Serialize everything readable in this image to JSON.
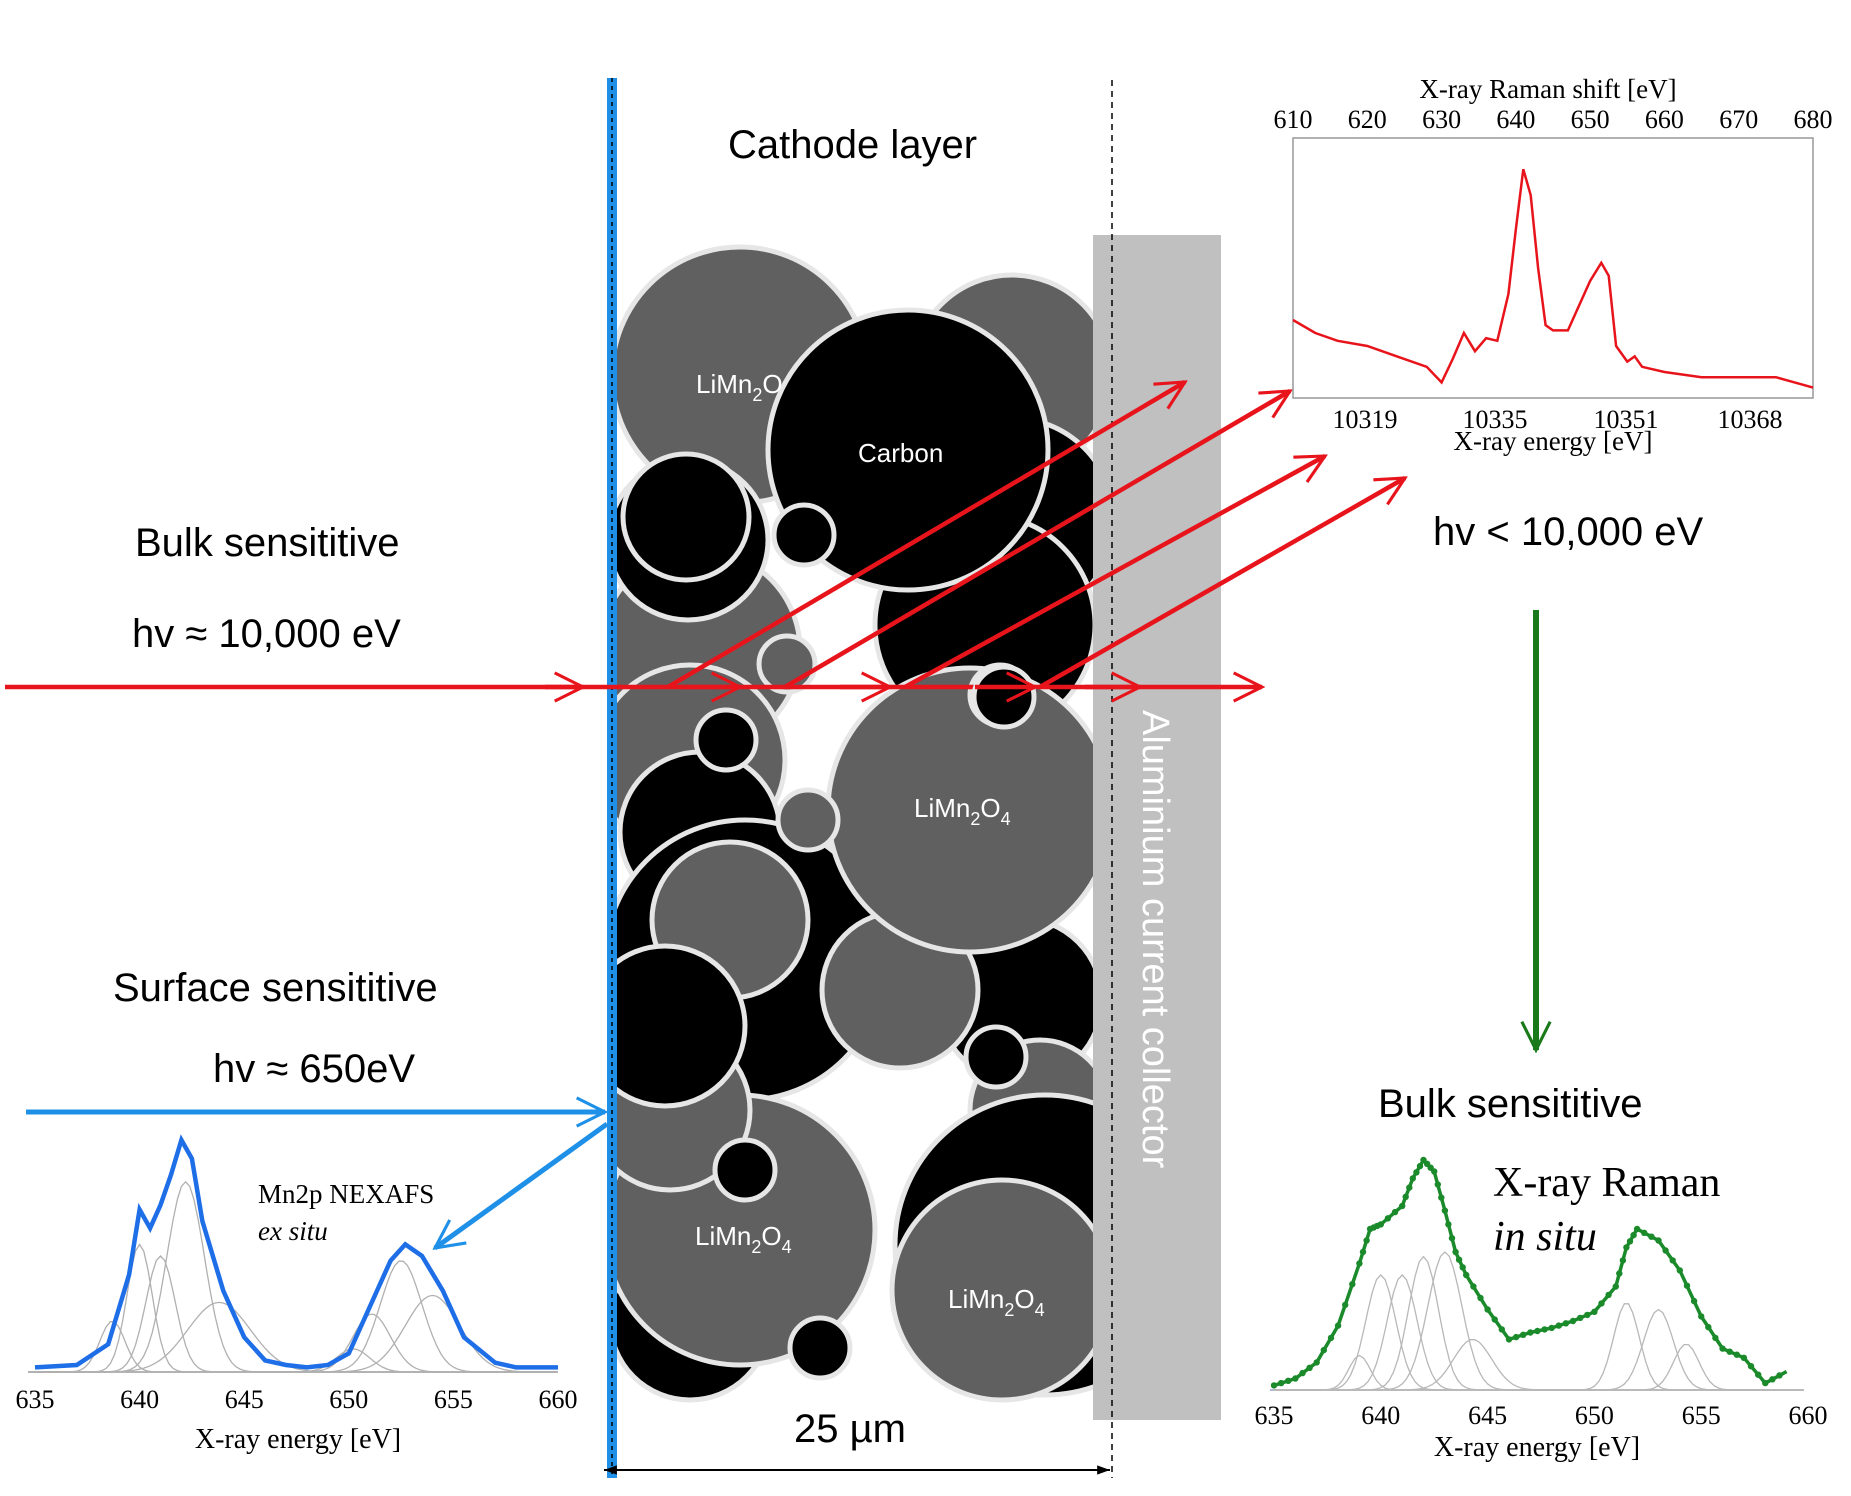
{
  "cathode": {
    "title": "Cathode layer",
    "labels": {
      "lmo_top": "LiMn",
      "lmo_sub": "2",
      "lmo_o": "O",
      "lmo_o_sub": "4",
      "carbon": "Carbon"
    },
    "collector": "Aluminium current collector",
    "thickness": "25 µm"
  },
  "left": {
    "bulk_title": "Bulk sensititive",
    "bulk_energy": "hv ≈ 10,000 eV",
    "surface_title": "Surface sensititive",
    "surface_energy": "hv ≈ 650eV"
  },
  "right": {
    "emitted_energy": "hv < 10,000 eV",
    "bulk_title": "Bulk sensititive"
  },
  "colors": {
    "red_beam": "#e8141c",
    "blue_beam": "#1e90e8",
    "green_arrow": "#1a7a1a",
    "particle_dark": "#000000",
    "particle_gray": "#606060",
    "collector": "#c0c0c0"
  },
  "charts": {
    "raman_top": {
      "top_axis_label": "X-ray Raman shift [eV]",
      "top_ticks": [
        "610",
        "620",
        "630",
        "640",
        "650",
        "660",
        "670",
        "680"
      ],
      "bottom_axis_label": "X-ray energy [eV]",
      "bottom_ticks": [
        "10319",
        "10335",
        "10351",
        "10368"
      ]
    },
    "nexafs": {
      "label_line1": "Mn2p NEXAFS",
      "label_line2": "ex situ",
      "xlabel": "X-ray energy [eV]",
      "ticks": [
        "635",
        "640",
        "645",
        "650",
        "655",
        "660"
      ]
    },
    "raman_insitu": {
      "label_line1": "X-ray Raman",
      "label_line2": "in situ",
      "xlabel": "X-ray energy [eV]",
      "ticks": [
        "635",
        "640",
        "645",
        "650",
        "655",
        "660"
      ]
    }
  },
  "chart_data": [
    {
      "type": "line",
      "title": "",
      "xlabel": "X-ray energy [eV]",
      "x2label": "X-ray Raman shift [eV]",
      "xlim": [
        610,
        680
      ],
      "series": [
        {
          "x": [
            610,
            613,
            616,
            620,
            624,
            628,
            630,
            631.5,
            633,
            634.5,
            636,
            637.5,
            639,
            640,
            641,
            642,
            643,
            644,
            645,
            647,
            650,
            651.5,
            652.5,
            653.5,
            655,
            656,
            657,
            660,
            665,
            670,
            675,
            680
          ],
          "y": [
            0.3,
            0.25,
            0.22,
            0.2,
            0.16,
            0.12,
            0.06,
            0.15,
            0.25,
            0.18,
            0.23,
            0.22,
            0.4,
            0.65,
            0.88,
            0.78,
            0.5,
            0.28,
            0.26,
            0.26,
            0.45,
            0.52,
            0.47,
            0.2,
            0.14,
            0.16,
            0.12,
            0.1,
            0.08,
            0.08,
            0.08,
            0.04
          ]
        }
      ]
    },
    {
      "type": "line",
      "title": "",
      "xlabel": "X-ray energy [eV]",
      "xlim": [
        635,
        660
      ],
      "series": [
        {
          "x": [
            635,
            637,
            638.5,
            639.5,
            640,
            640.5,
            641,
            641.5,
            642,
            642.5,
            643,
            644,
            645,
            646,
            647,
            648,
            649,
            650,
            651,
            652,
            652.7,
            653.5,
            654.5,
            655.5,
            657,
            658,
            660
          ],
          "y": [
            0.02,
            0.03,
            0.12,
            0.42,
            0.7,
            0.62,
            0.72,
            0.85,
            1.0,
            0.92,
            0.65,
            0.35,
            0.15,
            0.05,
            0.03,
            0.02,
            0.03,
            0.08,
            0.28,
            0.48,
            0.55,
            0.5,
            0.35,
            0.15,
            0.04,
            0.02,
            0.02
          ]
        }
      ]
    },
    {
      "type": "line",
      "title": "",
      "xlabel": "X-ray energy [eV]",
      "xlim": [
        635,
        660
      ],
      "series": [
        {
          "x": [
            635,
            636,
            637,
            638,
            639,
            639.5,
            640,
            641,
            641.5,
            642,
            642.5,
            643,
            643.5,
            644,
            645,
            646,
            647,
            648,
            649,
            650,
            651,
            651.5,
            652,
            653,
            654,
            655,
            656,
            657,
            658,
            659
          ],
          "y": [
            0.02,
            0.05,
            0.12,
            0.28,
            0.55,
            0.7,
            0.72,
            0.8,
            0.92,
            1.0,
            0.95,
            0.78,
            0.6,
            0.5,
            0.35,
            0.22,
            0.25,
            0.27,
            0.3,
            0.34,
            0.45,
            0.62,
            0.7,
            0.65,
            0.52,
            0.32,
            0.18,
            0.14,
            0.03,
            0.08
          ]
        }
      ]
    }
  ]
}
